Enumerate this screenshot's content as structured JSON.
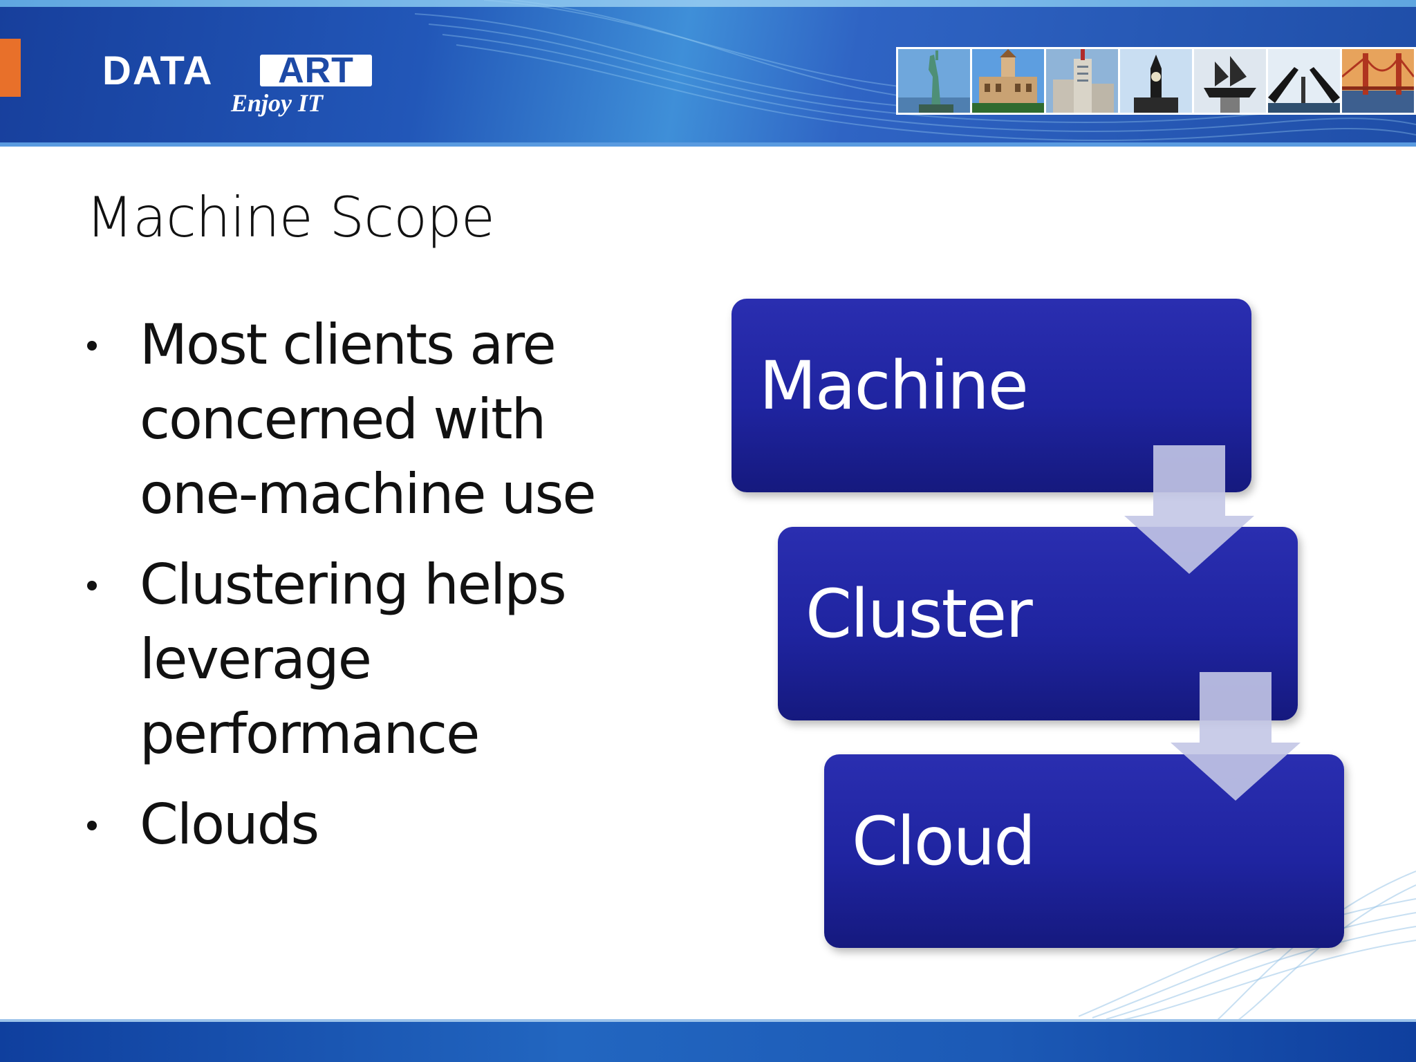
{
  "header": {
    "logo_word_primary": "DATA",
    "logo_word_secondary": "ART",
    "logo_tagline": "Enjoy IT",
    "photos": [
      {
        "icon": "statue-of-liberty-photo"
      },
      {
        "icon": "palace-photo"
      },
      {
        "icon": "skyscraper-photo"
      },
      {
        "icon": "big-ben-photo"
      },
      {
        "icon": "sailing-ship-monument-photo"
      },
      {
        "icon": "drawbridge-photo"
      },
      {
        "icon": "golden-gate-bridge-photo"
      }
    ]
  },
  "slide": {
    "title": "Machine Scope",
    "bullets": [
      {
        "lines": [
          "Most clients are",
          "concerned with",
          "one-machine use"
        ]
      },
      {
        "lines": [
          "Clustering helps",
          "leverage",
          "performance"
        ]
      },
      {
        "lines": [
          "Clouds"
        ]
      }
    ]
  },
  "diagram": {
    "steps": [
      "Machine",
      "Cluster",
      "Cloud"
    ],
    "box_color": "#1f24a0",
    "arrow_color": "#b9bde0"
  },
  "colors": {
    "header_blue": "#2257b8",
    "accent_orange": "#e8702a",
    "footer_blue": "#1c5ab6"
  }
}
